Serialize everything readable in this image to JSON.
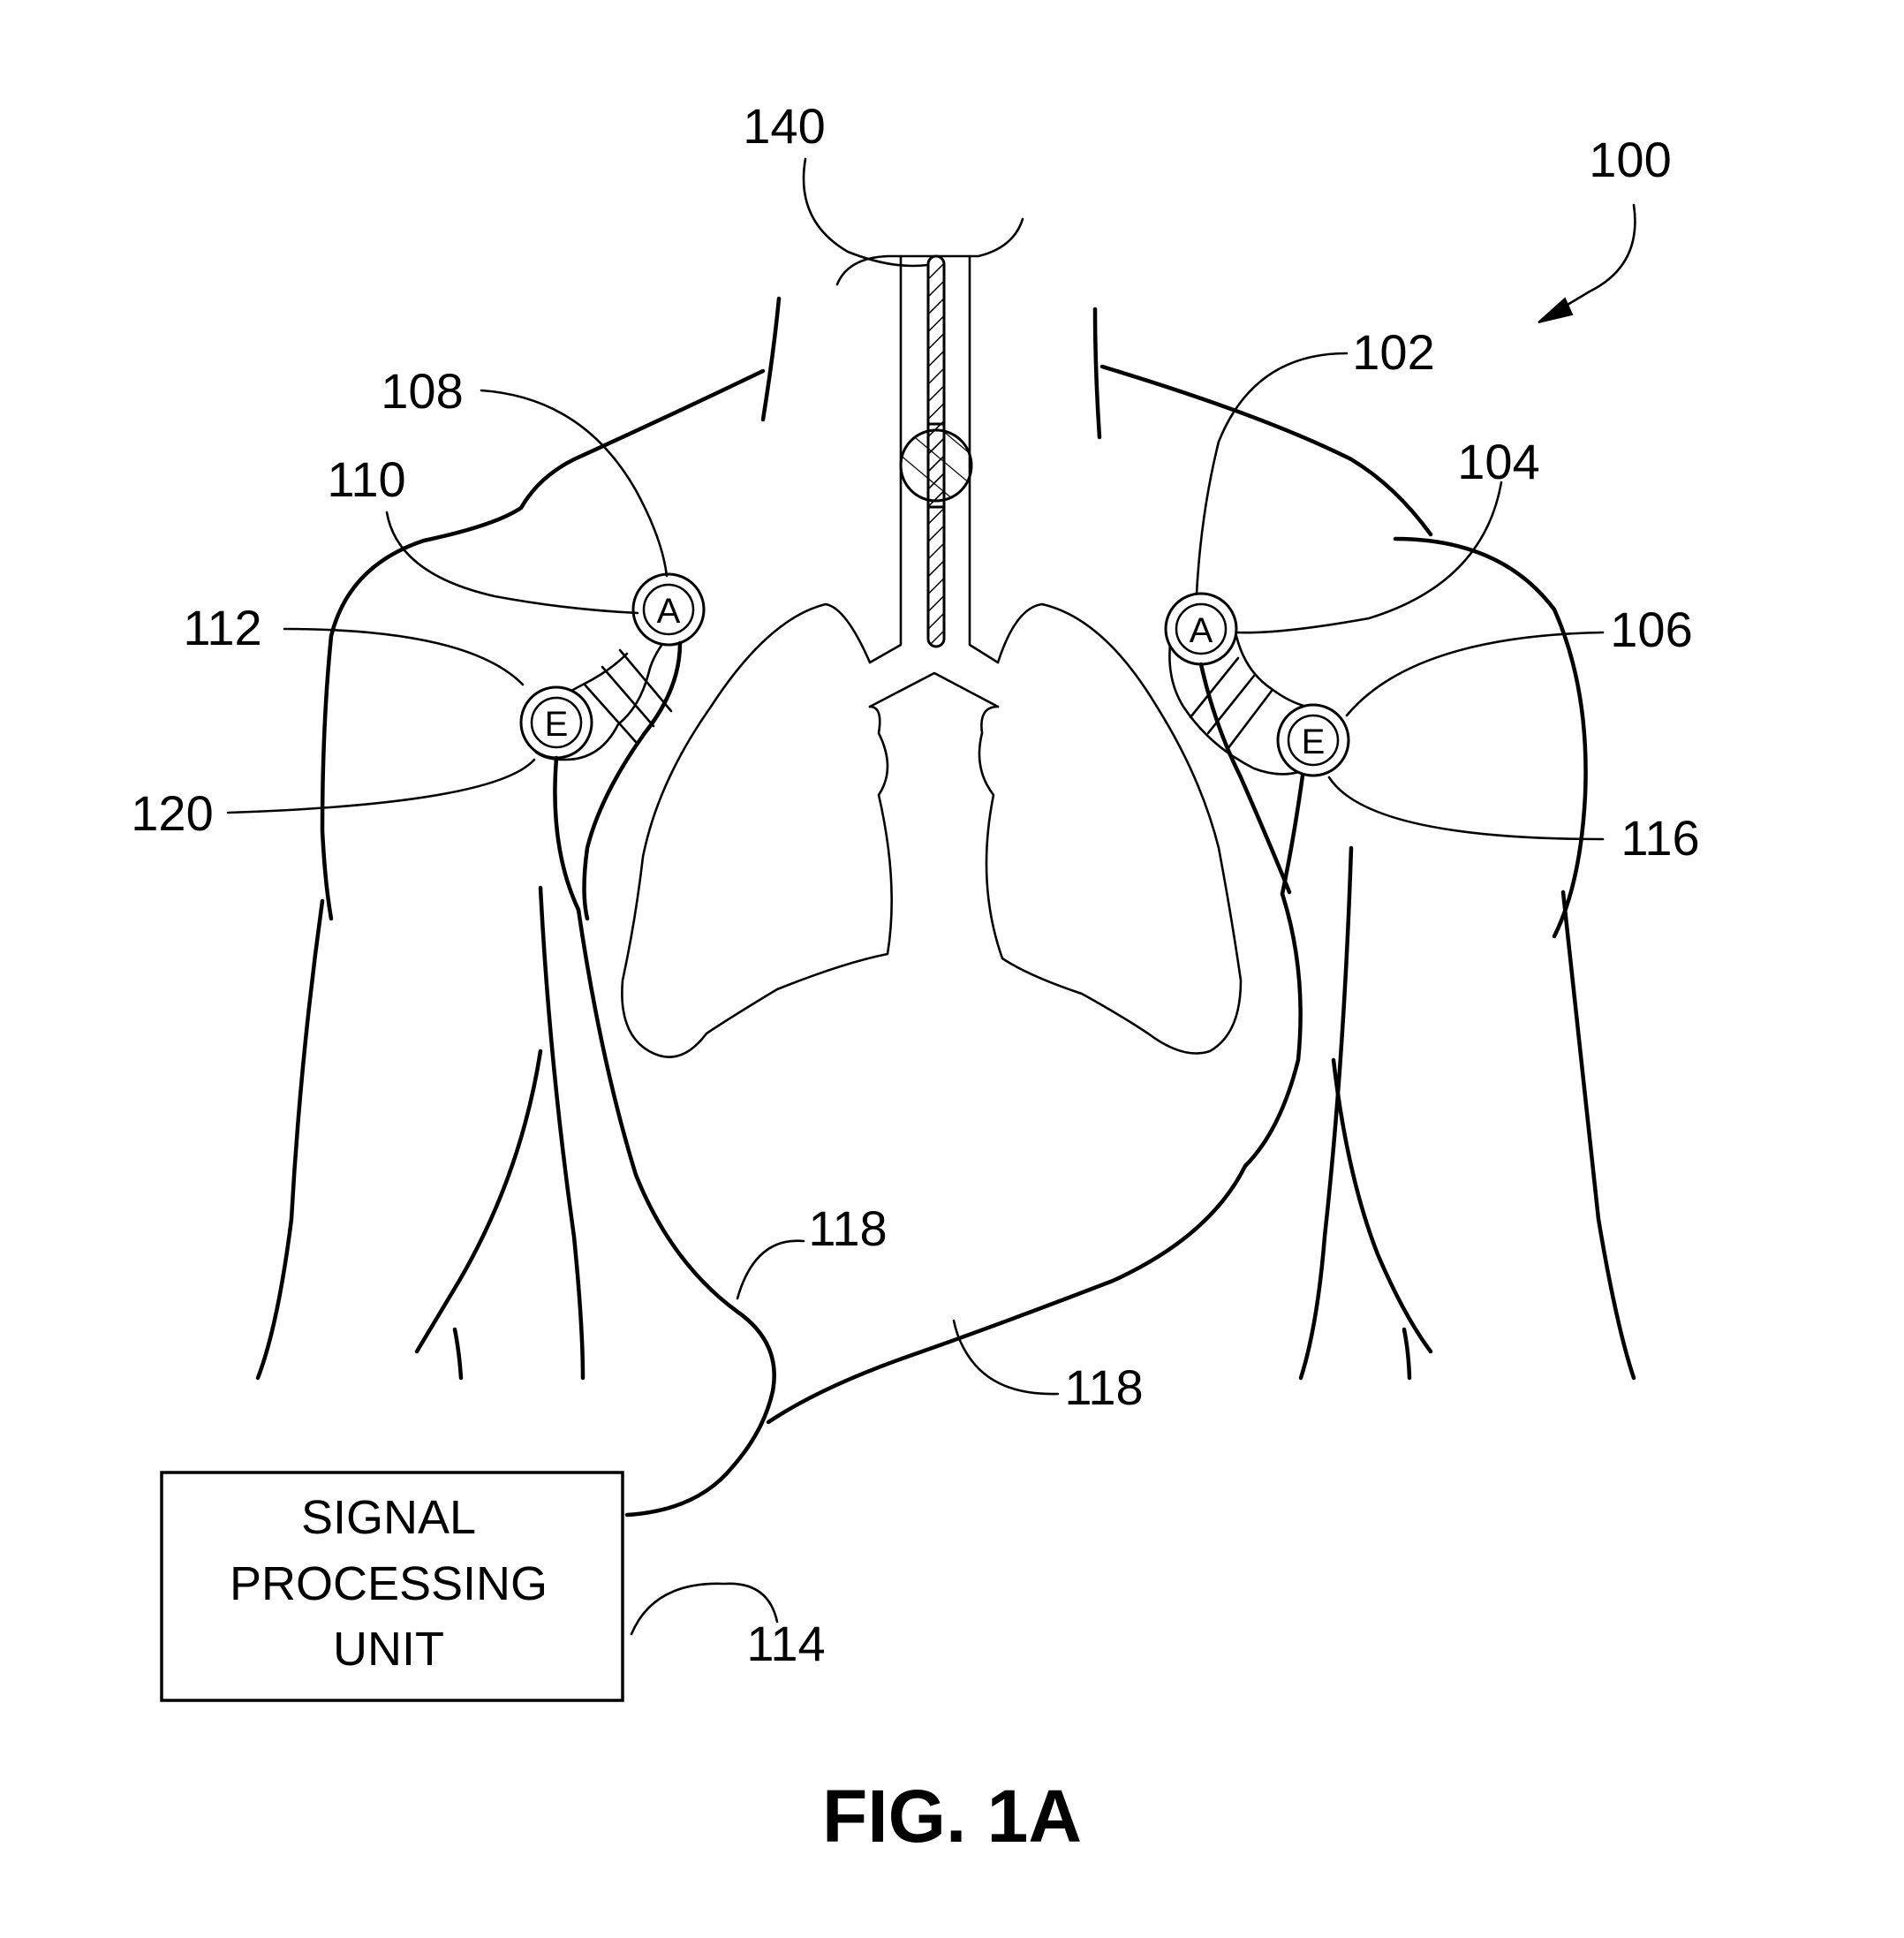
{
  "figure": {
    "caption": "FIG. 1A",
    "reference_numerals": {
      "system": "100",
      "sensor_right_a": "102",
      "sensor_right_a_lead": "104",
      "sensor_right_e": "106",
      "sensor_left_a": "108",
      "sensor_left_a_lead": "110",
      "sensor_left_e": "112",
      "processing_unit": "114",
      "lead_right_e": "116",
      "cable_left": "118",
      "cable_right": "118",
      "lead_left_e": "120",
      "tube": "140"
    },
    "sensor_letters": {
      "accel": "A",
      "electrode": "E"
    },
    "processing_unit": {
      "line1": "SIGNAL",
      "line2": "PROCESSING",
      "line3": "UNIT"
    }
  }
}
